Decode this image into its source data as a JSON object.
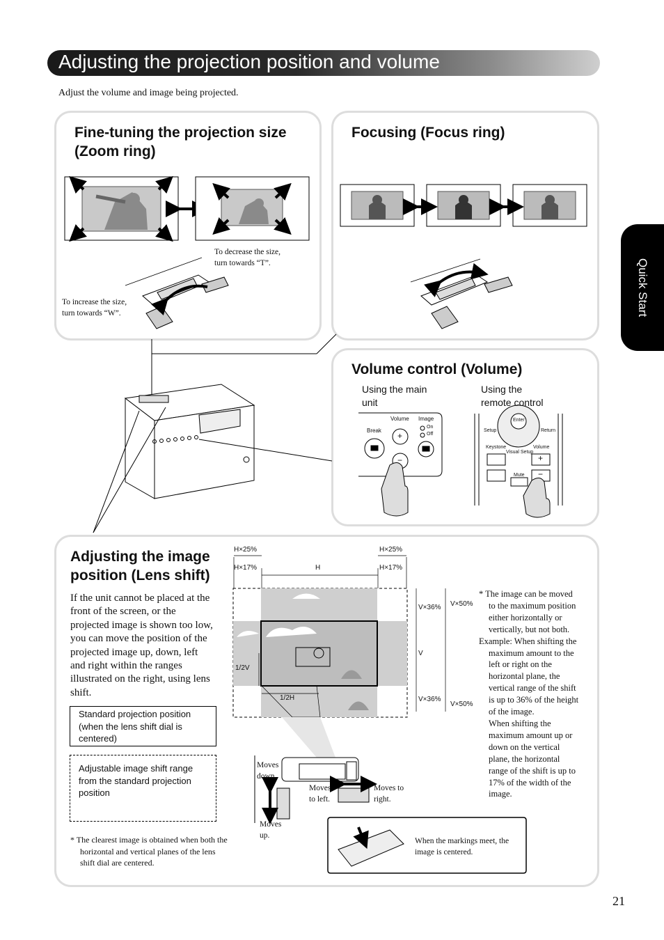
{
  "header": {
    "title": "Adjusting the projection position and volume",
    "intro": "Adjust the volume and image being projected."
  },
  "side_tab": {
    "label": "Quick Start"
  },
  "zoom": {
    "title_line1": "Fine-tuning the projection size",
    "title_line2": "(Zoom ring)",
    "decrease_line1": "To decrease the size,",
    "decrease_line2": "turn towards “T”.",
    "increase_line1": "To increase the size,",
    "increase_line2": "turn towards “W”."
  },
  "focus": {
    "title": "Focusing (Focus ring)"
  },
  "volume": {
    "title": "Volume control (Volume)",
    "main_unit_line1": "Using the main",
    "main_unit_line2": "unit",
    "remote_line1": "Using the",
    "remote_line2": "remote control",
    "unit_labels": {
      "break": "Break",
      "volume": "Volume",
      "image": "Image",
      "on": "On",
      "off": "Off",
      "plus": "+",
      "minus": "−"
    },
    "remote_labels": {
      "enter": "Enter",
      "setup": "Setup",
      "return": "Return",
      "keystone": "Keystone",
      "visual_setup": "Visual Setup",
      "volume": "Volume",
      "mute": "Mute",
      "plus": "+",
      "minus": "−"
    }
  },
  "lens_shift": {
    "title_line1": "Adjusting the image",
    "title_line2": "position (Lens shift)",
    "body_lines": [
      "If the unit cannot be placed at the",
      "front of the screen, or the",
      "projected image is shown too low,",
      "you can move the position of the",
      "projected image up, down, left",
      "and right within the ranges",
      "illustrated on the right, using lens",
      "shift."
    ],
    "legend_standard_lines": [
      "Standard projection position",
      "(when the lens shift dial is",
      "centered)"
    ],
    "legend_range_lines": [
      "Adjustable image shift range",
      "from the standard projection",
      "position"
    ],
    "footnote_lines": [
      "* The clearest image is obtained when both the",
      "horizontal and vertical planes of the lens",
      "shift dial are centered."
    ],
    "diagram_labels": {
      "h25": "H×25%",
      "h17": "H×17%",
      "h": "H",
      "v36": "V×36%",
      "v50": "V×50%",
      "v": "V",
      "half_v": "1/2V",
      "half_h": "1/2H"
    },
    "note_lines": [
      "* The image can be moved",
      "to the maximum position",
      "either horizontally or",
      "vertically, but not both.",
      "Example: When shifting the",
      "maximum amount to the",
      "left or right on the",
      "horizontal plane, the",
      "vertical range of the shift",
      "is up to 36% of the height",
      "of the image.",
      "When shifting the",
      "maximum amount up or",
      "down on the vertical",
      "plane, the horizontal",
      "range of the shift is up to",
      "17% of the width of the",
      "image."
    ],
    "moves_down_lines": [
      "Moves",
      "down."
    ],
    "moves_left_lines": [
      "Moves",
      "to left."
    ],
    "moves_right_lines": [
      "Moves to",
      "right."
    ],
    "moves_up_lines": [
      "Moves",
      "up."
    ],
    "markings_lines": [
      "When the markings meet, the",
      "image is centered."
    ]
  },
  "page_number": "21"
}
